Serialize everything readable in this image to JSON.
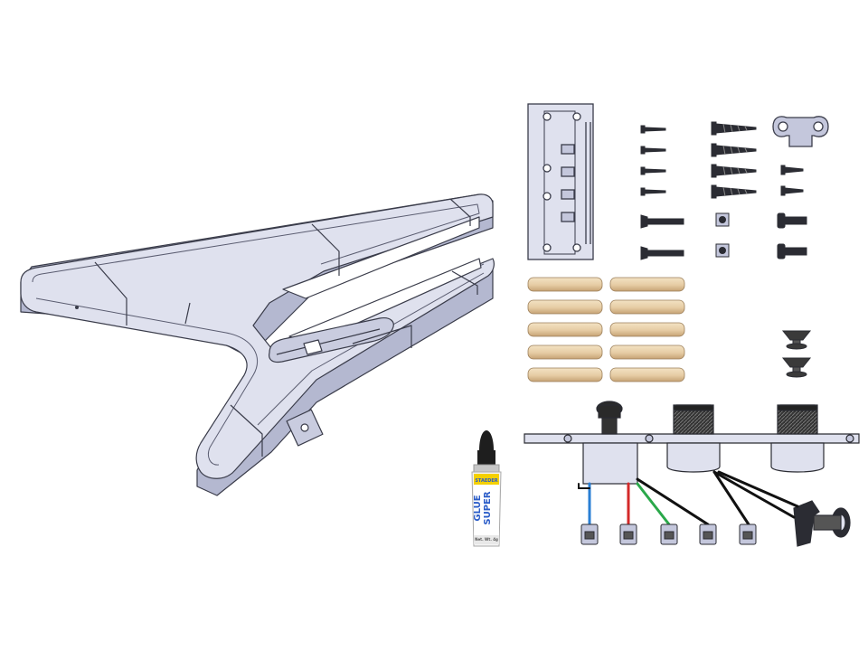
{
  "colors": {
    "background": "#ffffff",
    "body_light": "#dfe1ee",
    "body_mid": "#c4c7dc",
    "body_dark": "#9a9eb8",
    "outline": "#3a3c4a",
    "hardware": "#6f7280",
    "dowel": "#e8d2b0",
    "dowel_shade": "#c9a97c",
    "glue_yellow": "#f4d000",
    "glue_blue": "#2a5cc8",
    "wire_blue": "#2a7fd4",
    "wire_red": "#d42a2a",
    "wire_green": "#2aa84a",
    "wire_black": "#111111"
  },
  "glue_tube": {
    "brand": "STAEDER",
    "label_line1": "SUPER",
    "label_line2": "GLUE",
    "net_weight": "Net. Wt. 4g"
  },
  "parts": {
    "body": "flying-v-body",
    "hinge": "hinge-plate",
    "screws_small": 4,
    "screws_wood": 4,
    "dowels": 10,
    "knobs": 2,
    "connectors": 5
  }
}
